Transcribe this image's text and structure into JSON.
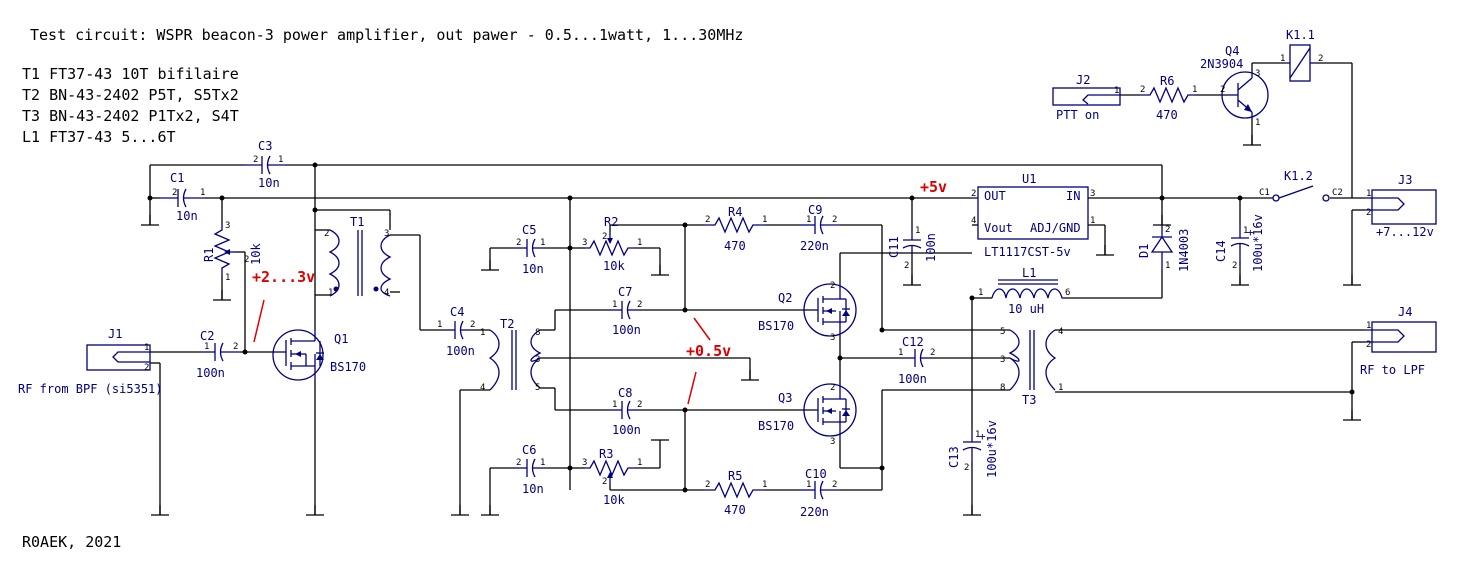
{
  "header": {
    "title": "Test circuit: WSPR beacon-3 power amplifier, out pawer - 0.5...1watt, 1...30MHz",
    "notes": [
      "T1 FT37-43 10T bifilaire",
      "T2 BN-43-2402 P5T, S5Tx2",
      "T3 BN-43-2402 P1Tx2, S4T",
      "L1 FT37-43 5...6T"
    ],
    "author": "R0AEK, 2021"
  },
  "annotations": {
    "v_gate_q1": "+2...3v",
    "v_bias": "+0.5v",
    "v_5v": "+5v"
  },
  "components": {
    "C1": {
      "ref": "C1",
      "value": "10n"
    },
    "C2": {
      "ref": "C2",
      "value": "100n"
    },
    "C3": {
      "ref": "C3",
      "value": "10n"
    },
    "C4": {
      "ref": "C4",
      "value": "100n"
    },
    "C5": {
      "ref": "C5",
      "value": "10n"
    },
    "C6": {
      "ref": "C6",
      "value": "10n"
    },
    "C7": {
      "ref": "C7",
      "value": "100n"
    },
    "C8": {
      "ref": "C8",
      "value": "100n"
    },
    "C9": {
      "ref": "C9",
      "value": "220n"
    },
    "C10": {
      "ref": "C10",
      "value": "220n"
    },
    "C11": {
      "ref": "C11",
      "value": "100n"
    },
    "C12": {
      "ref": "C12",
      "value": "100n"
    },
    "C13": {
      "ref": "C13",
      "value": "100u*16v"
    },
    "C14": {
      "ref": "C14",
      "value": "100u*16v"
    },
    "R1": {
      "ref": "R1",
      "value": "10k"
    },
    "R2": {
      "ref": "R2",
      "value": "10k"
    },
    "R3": {
      "ref": "R3",
      "value": "10k"
    },
    "R4": {
      "ref": "R4",
      "value": "470"
    },
    "R5": {
      "ref": "R5",
      "value": "470"
    },
    "R6": {
      "ref": "R6",
      "value": "470"
    },
    "Q1": {
      "ref": "Q1",
      "value": "BS170"
    },
    "Q2": {
      "ref": "Q2",
      "value": "BS170"
    },
    "Q3": {
      "ref": "Q3",
      "value": "BS170"
    },
    "Q4": {
      "ref": "Q4",
      "value": "2N3904"
    },
    "T1": {
      "ref": "T1"
    },
    "T2": {
      "ref": "T2"
    },
    "T3": {
      "ref": "T3"
    },
    "L1": {
      "ref": "L1",
      "value": "10 uH"
    },
    "D1": {
      "ref": "D1",
      "value": "1N4003"
    },
    "U1": {
      "ref": "U1",
      "value": "LT1117CST-5v",
      "out": "OUT",
      "in": "IN",
      "vout": "Vout",
      "adj": "ADJ/GND"
    },
    "J1": {
      "ref": "J1",
      "label": "RF from BPF (si5351)"
    },
    "J2": {
      "ref": "J2",
      "label": "PTT on"
    },
    "J3": {
      "ref": "J3",
      "label": "+7...12v"
    },
    "J4": {
      "ref": "J4",
      "label": "RF to LPF"
    },
    "K11": {
      "ref": "K1.1"
    },
    "K12": {
      "ref": "K1.2",
      "c1": "C1",
      "c2": "C2"
    }
  },
  "pins": [
    "1",
    "2",
    "3",
    "4",
    "5",
    "6",
    "8"
  ]
}
